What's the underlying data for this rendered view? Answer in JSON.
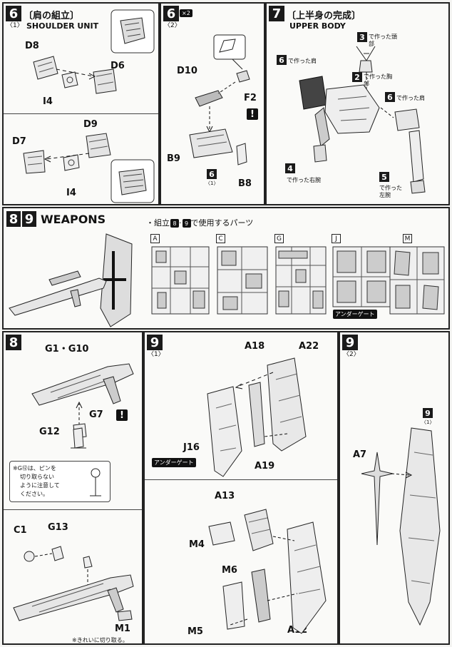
{
  "step6a": {
    "number": "6",
    "sub": "〈1〉",
    "title_jp": "〔肩の組立〕",
    "title_en": "SHOULDER UNIT",
    "parts": {
      "d8": "D8",
      "d6": "D6",
      "i4a": "I4",
      "d9": "D9",
      "d7": "D7",
      "i4b": "I4"
    }
  },
  "step6b": {
    "number": "6",
    "sub": "〈2〉",
    "badge": "×2",
    "parts": {
      "d10": "D10",
      "f2": "F2",
      "b9": "B9",
      "b8": "B8"
    },
    "ref_number": "6",
    "ref_sub": "〈1〉"
  },
  "step7": {
    "number": "7",
    "title_jp": "〔上半身の完成〕",
    "title_en": "UPPER BODY",
    "labels": {
      "n3": "3",
      "t3": "で作った頭部",
      "n6a": "6",
      "t6a": "で作った肩",
      "n2": "2",
      "t2": "で作った胸部",
      "n6b": "6",
      "t6b": "で作った肩",
      "n4": "4",
      "t4": "で作った右腕",
      "n5": "5",
      "t5": "で作った左腕"
    }
  },
  "weapons": {
    "num1": "8",
    "num2": "9",
    "title": "WEAPONS",
    "intro_a": "・組立",
    "intro_b": "8",
    "intro_c": "·",
    "intro_d": "9",
    "intro_e": "で使用するパーツ",
    "runners": [
      "A",
      "C",
      "G",
      "J",
      "M"
    ],
    "under_gate": "アンダーゲート"
  },
  "step8": {
    "number": "8",
    "parts": {
      "g1g10": "G1・G10",
      "g7": "G7",
      "g12": "G12",
      "c1": "C1",
      "g13": "G13",
      "m1": "M1"
    },
    "note_lines": [
      "※G⑫は、ピンを",
      "切り取らない",
      "ように注意して",
      "ください。"
    ],
    "footnote": "※きれいに切り取る。"
  },
  "step9a": {
    "number": "9",
    "sub": "〈1〉",
    "parts": {
      "a18": "A18",
      "a22": "A22",
      "j16": "J16",
      "a19": "A19",
      "a13": "A13",
      "m4": "M4",
      "m6": "M6",
      "m5": "M5",
      "a12": "A12"
    },
    "under_gate": "アンダーゲート"
  },
  "step9b": {
    "number": "9",
    "sub": "〈2〉",
    "parts": {
      "a7": "A7"
    },
    "ref_number": "9",
    "ref_sub": "〈1〉"
  }
}
